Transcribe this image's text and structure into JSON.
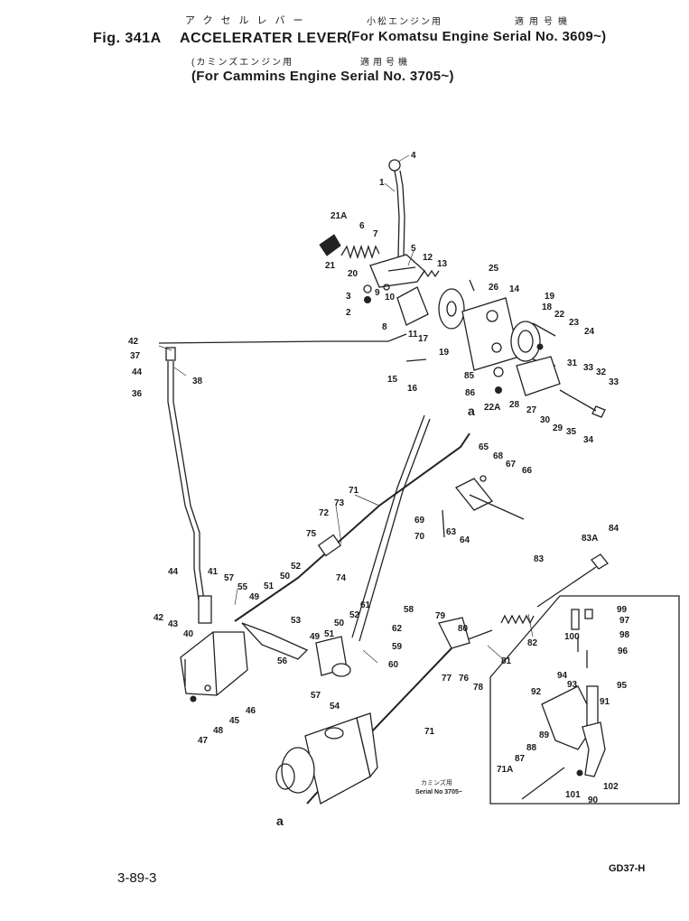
{
  "header": {
    "kana_title": "アクセルレバー",
    "fig_label": "Fig. 341A",
    "title_en": "ACCELERATER LEVER",
    "kana_komatsu": "小松エンジン用",
    "kana_applicable_1": "適用号機",
    "komatsu_line": "(For Komatsu Engine Serial No. 3609~)",
    "kana_cummins": "(カミンズエンジン用",
    "kana_applicable_2": "適用号機",
    "cummins_line": "(For Cammins Engine Serial No. 3705~)"
  },
  "labels": {
    "p1": "1",
    "p2": "2",
    "p3": "3",
    "p4": "4",
    "p5": "5",
    "p6": "6",
    "p7": "7",
    "p8": "8",
    "p9": "9",
    "p10": "10",
    "p11": "11",
    "p12": "12",
    "p13": "13",
    "p14": "14",
    "p15": "15",
    "p16": "16",
    "p17": "17",
    "p18": "18",
    "p19a": "19",
    "p19b": "19",
    "p20": "20",
    "p21": "21",
    "p21a": "21A",
    "p22": "22",
    "p22a": "22A",
    "p23": "23",
    "p24": "24",
    "p25": "25",
    "p26": "26",
    "p27": "27",
    "p28": "28",
    "p29": "29",
    "p30": "30",
    "p31": "31",
    "p32": "32",
    "p33a": "33",
    "p33b": "33",
    "p34": "34",
    "p35": "35",
    "p36": "36",
    "p37": "37",
    "p38": "38",
    "p40": "40",
    "p41": "41",
    "p42a": "42",
    "p42b": "42",
    "p43": "43",
    "p44a": "44",
    "p44b": "44",
    "p45": "45",
    "p46": "46",
    "p47": "47",
    "p48": "48",
    "p49a": "49",
    "p49b": "49",
    "p50a": "50",
    "p50b": "50",
    "p51a": "51",
    "p51b": "51",
    "p52a": "52",
    "p52b": "52",
    "p53": "53",
    "p54": "54",
    "p55": "55",
    "p56": "56",
    "p57a": "57",
    "p57b": "57",
    "p58": "58",
    "p59": "59",
    "p60": "60",
    "p61": "61",
    "p62": "62",
    "p63": "63",
    "p64": "64",
    "p65": "65",
    "p66": "66",
    "p67": "67",
    "p68": "68",
    "p69": "69",
    "p70": "70",
    "p71a": "71",
    "p71b": "71",
    "p71c": "71A",
    "p72": "72",
    "p73": "73",
    "p74": "74",
    "p75": "75",
    "p76": "76",
    "p77": "77",
    "p78": "78",
    "p79": "79",
    "p80": "80",
    "p81": "81",
    "p82": "82",
    "p83": "83",
    "p83a": "83A",
    "p84": "84",
    "p85": "85",
    "p86": "86",
    "p87": "87",
    "p88": "88",
    "p89": "89",
    "p90": "90",
    "p91": "91",
    "p92": "92",
    "p93": "93",
    "p94": "94",
    "p95": "95",
    "p96": "96",
    "p97": "97",
    "p98": "98",
    "p99": "99",
    "p100": "100",
    "p101": "101",
    "p102": "102",
    "ref_a_top": "a",
    "ref_a_bottom": "a"
  },
  "inset": {
    "kana_note": "カミンズ用",
    "serial_note": "Serial No 3705~"
  },
  "footer": {
    "page_ref": "3-89-3",
    "model_code": "GD37-H"
  }
}
